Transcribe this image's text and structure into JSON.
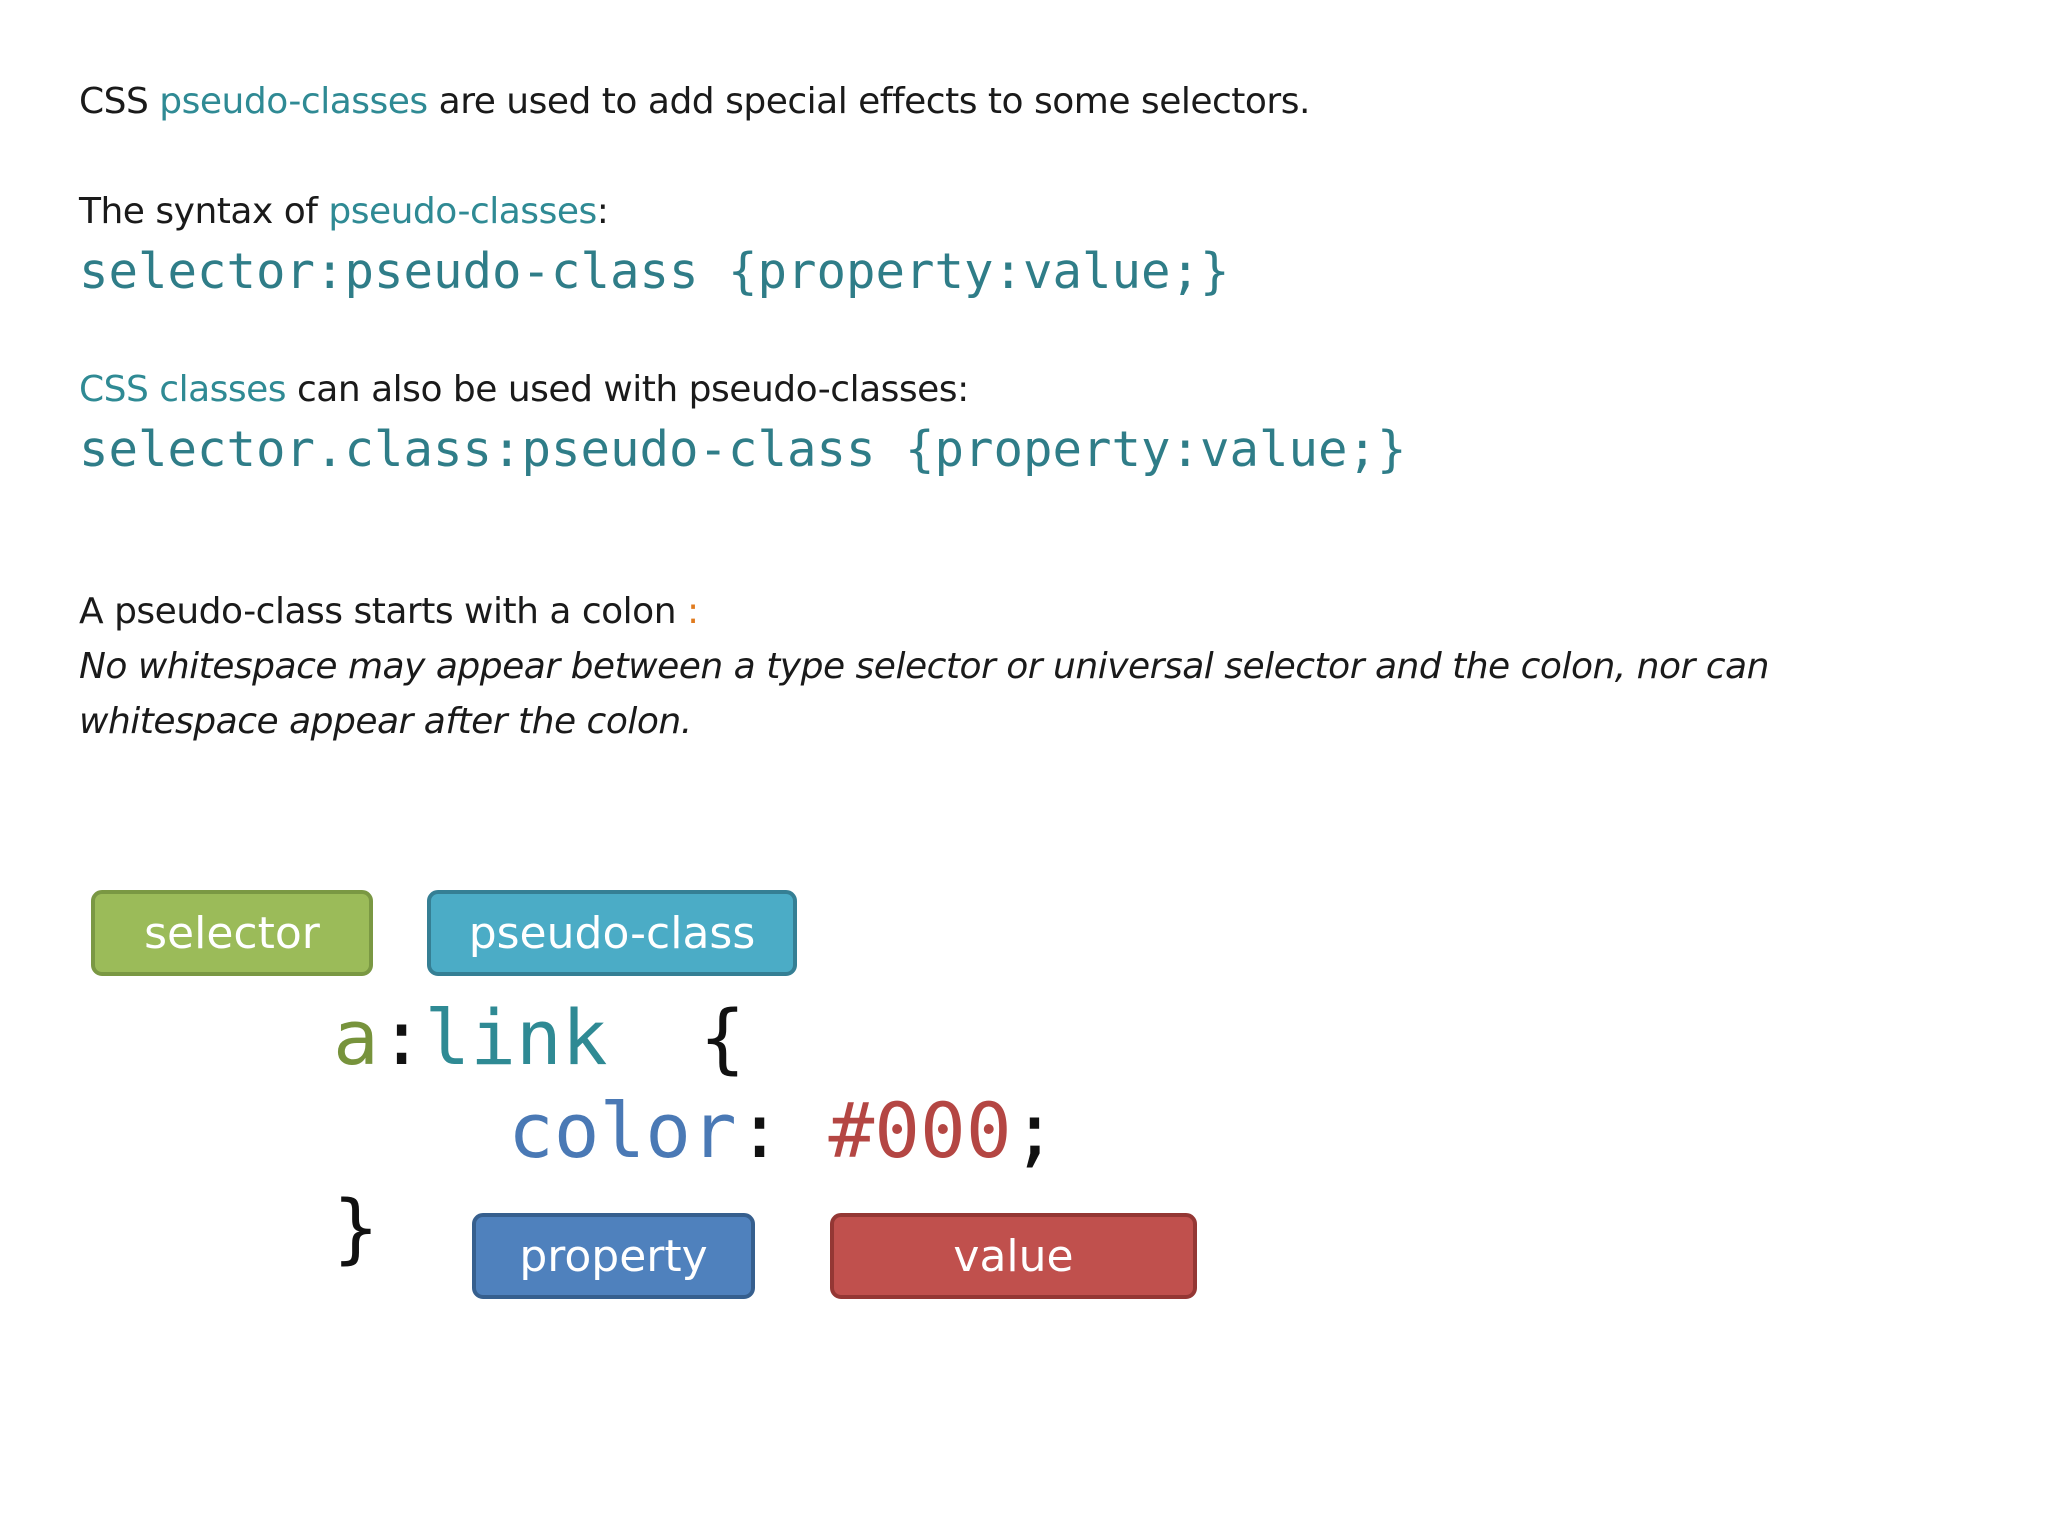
{
  "intro": {
    "before": "CSS ",
    "link": "pseudo-classes",
    "after": " are used to add special effects to some selectors."
  },
  "syntax": {
    "before": "The syntax of ",
    "link": "pseudo-classes",
    "after": ":",
    "code": "selector:pseudo-class {property:value;}"
  },
  "classes": {
    "link": "CSS classes",
    "after": " can also be used with pseudo-classes:",
    "code": "selector.class:pseudo-class {property:value;}"
  },
  "colon_note": {
    "text": "A pseudo-class starts with a colon ",
    "colon": ":",
    "italic_line1": "No whitespace may appear between a type selector or universal selector and the colon, nor can",
    "italic_line2": "whitespace appear after the colon."
  },
  "labels": {
    "selector": "selector",
    "pseudo_class": "pseudo-class",
    "property": "property",
    "value": "value"
  },
  "example": {
    "selector": "a",
    "colon": ":",
    "pseudo": "link",
    "open_brace": "{",
    "property": "color",
    "prop_colon": ":",
    "value": "#000",
    "semicolon": ";",
    "close_brace": "}"
  },
  "colors": {
    "accent": "#2f8a94",
    "selector": "#9bbb59",
    "pseudo_class": "#4bacc6",
    "property": "#4f81bd",
    "value": "#c0504d",
    "colon_highlight": "#e07b1f"
  }
}
